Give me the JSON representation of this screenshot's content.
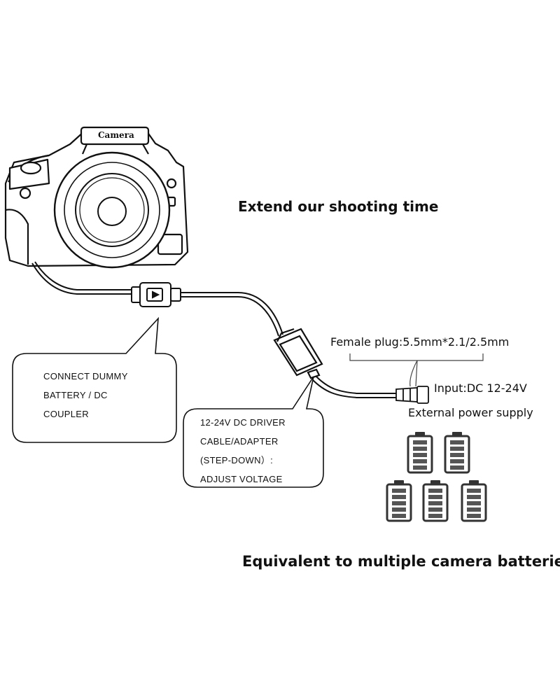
{
  "camera_label": "Camera",
  "headline_top": "Extend our shooting time",
  "headline_bottom": "Equivalent to multiple camera batteries",
  "female_plug": {
    "title": "Female plug",
    "separator": ":",
    "spec": "5.5mm*2.1/2.5mm"
  },
  "input_label": "Input:DC 12-24V",
  "external_power_label": "External power supply",
  "callout_dummy": {
    "lines": [
      "CONNECT DUMMY",
      "BATTERY / DC",
      "COUPLER"
    ]
  },
  "callout_driver": {
    "lines": [
      "12-24V DC DRIVER",
      "CABLE/ADAPTER",
      "(STEP-DOWN）:",
      "ADJUST VOLTAGE"
    ]
  },
  "battery_count": 5
}
